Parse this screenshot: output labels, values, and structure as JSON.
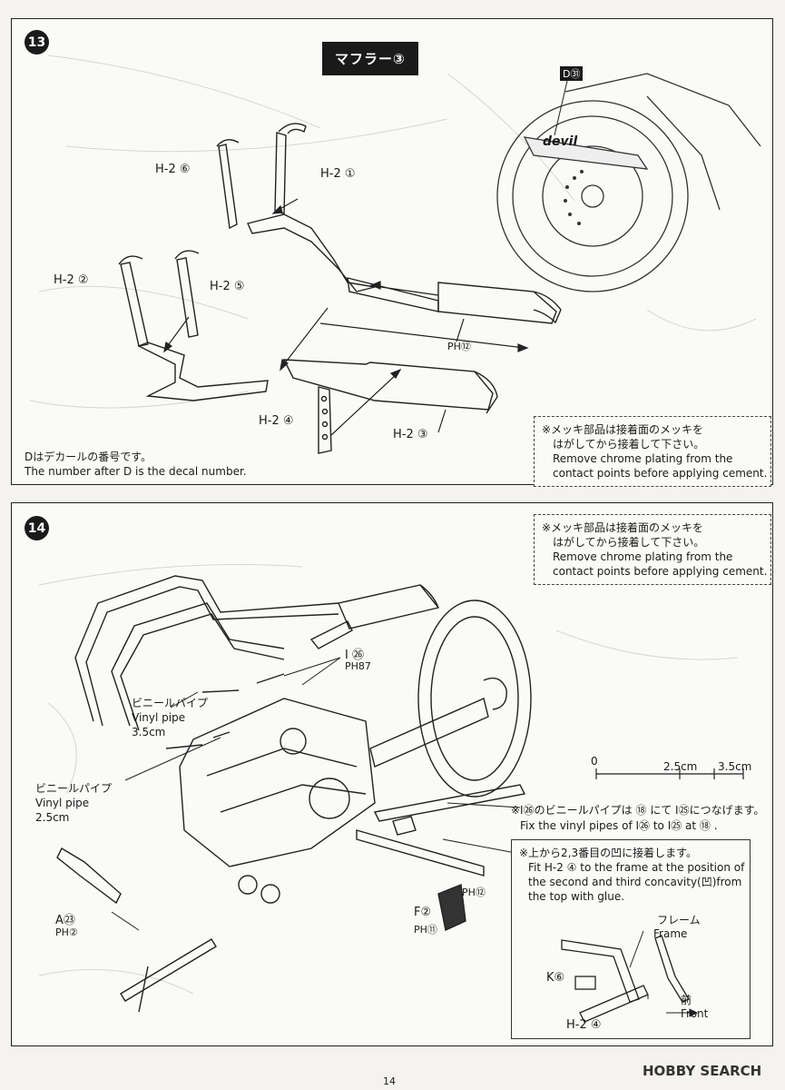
{
  "page_number": "14",
  "watermark": "HOBBY SEARCH",
  "step13": {
    "number": "13",
    "title": "マフラー③",
    "decal_callout": "D㉛",
    "decal_logo": "devil",
    "parts": {
      "h2_6": "H-2 ⑥",
      "h2_1": "H-2 ①",
      "h2_2": "H-2 ②",
      "h2_5": "H-2 ⑤",
      "ph12": "PH⑫",
      "h2_4": "H-2 ④",
      "h2_3": "H-2 ③"
    },
    "decal_note_jp": "Dはデカールの番号です。",
    "decal_note_en": "The number after D is the decal number.",
    "chrome_note_jp1": "※メッキ部品は接着面のメッキを",
    "chrome_note_jp2": "はがしてから接着して下さい。",
    "chrome_note_en1": "Remove chrome plating from the",
    "chrome_note_en2": "contact points before applying cement."
  },
  "step14": {
    "number": "14",
    "chrome_note_jp1": "※メッキ部品は接着面のメッキを",
    "chrome_note_jp2": "はがしてから接着して下さい。",
    "chrome_note_en1": "Remove chrome plating from the",
    "chrome_note_en2": "contact points before applying cement.",
    "i26": "I ㉖",
    "ph87": "PH87",
    "vinyl1_jp": "ビニールパイプ",
    "vinyl1_en": "Vinyl pipe",
    "vinyl1_len": "3.5cm",
    "vinyl2_jp": "ビニールパイプ",
    "vinyl2_en": "Vinyl pipe",
    "vinyl2_len": "2.5cm",
    "scale_0": "0",
    "scale_25": "2.5cm",
    "scale_35": "3.5cm",
    "vinyl_note_jp": "※I㉖のビニールパイプは ⑱ にて I㉕につなげます。",
    "vinyl_note_en": "Fix the vinyl pipes of I㉖ to I㉕ at ⑱ .",
    "a23": "A㉓",
    "ph2": "PH②",
    "f2": "F②",
    "ph11": "PH⑪",
    "ph12": "PH⑫",
    "fit_note_jp": "※上から2,3番目の凹に接着します。",
    "fit_note_en1": "Fit H-2 ④ to the frame at the position of",
    "fit_note_en2": "the second and third concavity(凹)from",
    "fit_note_en3": "the top with glue.",
    "frame_jp": "フレーム",
    "frame_en": "Frame",
    "k6": "K⑥",
    "front_jp": "前",
    "front_en": "Front",
    "h2_4": "H-2 ④"
  }
}
